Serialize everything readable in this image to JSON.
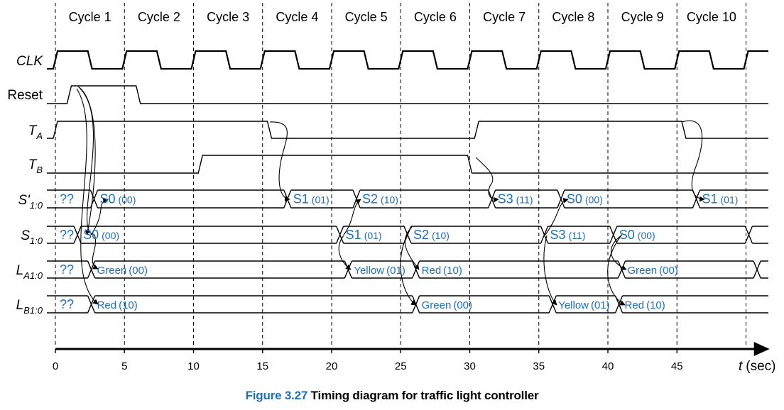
{
  "cycles": [
    "Cycle 1",
    "Cycle 2",
    "Cycle 3",
    "Cycle 4",
    "Cycle 5",
    "Cycle 6",
    "Cycle 7",
    "Cycle 8",
    "Cycle 9",
    "Cycle 10"
  ],
  "signals": {
    "clk": {
      "main": "CLK",
      "sub": ""
    },
    "reset": {
      "main": "Reset",
      "sub": ""
    },
    "ta": {
      "main": "T",
      "sub": "A"
    },
    "tb": {
      "main": "T",
      "sub": "B"
    },
    "snext": {
      "main": "S'",
      "sub": "1:0"
    },
    "s": {
      "main": "S",
      "sub": "1:0"
    },
    "la": {
      "main": "L",
      "sub": "A1:0"
    },
    "lb": {
      "main": "L",
      "sub": "B1:0"
    }
  },
  "waveforms": {
    "reset": {
      "high": [
        [
          1,
          6
        ]
      ]
    },
    "ta": {
      "high": [
        [
          0,
          15.5
        ],
        [
          30.5,
          45.5
        ]
      ]
    },
    "tb": {
      "high": [
        [
          10.5,
          30
        ]
      ]
    }
  },
  "buses": {
    "snext": [
      {
        "t": 0,
        "name": "??",
        "code": ""
      },
      {
        "t": 2.8,
        "name": "S0",
        "code": "(00)"
      },
      {
        "t": 16.8,
        "name": "S1",
        "code": "(01)"
      },
      {
        "t": 21.8,
        "name": "S2",
        "code": "(10)"
      },
      {
        "t": 31.6,
        "name": "S3",
        "code": "(11)"
      },
      {
        "t": 36.6,
        "name": "S0",
        "code": "(00)"
      },
      {
        "t": 46.4,
        "name": "S1",
        "code": "(01)"
      }
    ],
    "s": [
      {
        "t": 0,
        "name": "??",
        "code": ""
      },
      {
        "t": 1.6,
        "name": "S0",
        "code": "(00)"
      },
      {
        "t": 20.6,
        "name": "S1",
        "code": "(01)"
      },
      {
        "t": 25.5,
        "name": "S2",
        "code": "(10)"
      },
      {
        "t": 35.4,
        "name": "S3",
        "code": "(11)"
      },
      {
        "t": 40.4,
        "name": "S0",
        "code": "(00)"
      },
      {
        "t": 50.2,
        "name": "",
        "code": ""
      }
    ],
    "la": [
      {
        "t": 0,
        "name": "??",
        "code": ""
      },
      {
        "t": 2.6,
        "name": "Green",
        "code": "(00)"
      },
      {
        "t": 21.2,
        "name": "Yellow",
        "code": "(01)"
      },
      {
        "t": 26.1,
        "name": "Red",
        "code": "(10)"
      },
      {
        "t": 41,
        "name": "Green",
        "code": "(00)"
      },
      {
        "t": 50.8,
        "name": "",
        "code": ""
      }
    ],
    "lb": [
      {
        "t": 0,
        "name": "??",
        "code": ""
      },
      {
        "t": 2.6,
        "name": "Red",
        "code": "(10)"
      },
      {
        "t": 26.1,
        "name": "Green",
        "code": "(00)"
      },
      {
        "t": 36,
        "name": "Yellow",
        "code": "(01)"
      },
      {
        "t": 40.8,
        "name": "Red",
        "code": "(10)"
      }
    ]
  },
  "axis": {
    "ticks": [
      0,
      5,
      10,
      15,
      20,
      25,
      30,
      35,
      40,
      45
    ],
    "max": 51.5,
    "label_var": "t",
    "label_unit": "(sec)"
  },
  "caption": {
    "figure": "Figure 3.27",
    "text": "Timing diagram for traffic light controller"
  },
  "colors": {
    "value_text": "#1f6fb5",
    "line": "#000000",
    "caption_figure": "#1f6fb5"
  }
}
